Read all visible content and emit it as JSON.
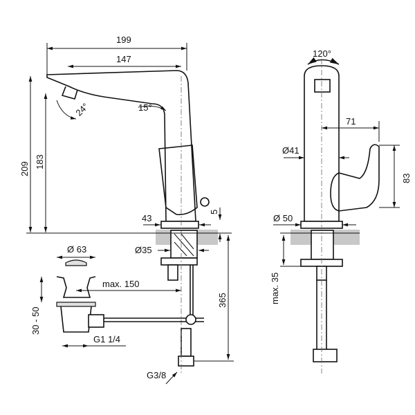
{
  "dimensions": {
    "overall_reach": "199",
    "spout_reach": "147",
    "spout_angle": "24°",
    "aerator_angle": "15°",
    "total_height": "209",
    "spout_height": "183",
    "base_offset": "43",
    "lever_gap": "5",
    "shank_diameter": "Ø35",
    "waste_diameter": "Ø 63",
    "waste_distance": "max. 150",
    "waste_range": "30 - 50",
    "waste_thread": "G1 1/4",
    "hose_length": "365",
    "hose_thread": "G3/8",
    "lever_rotation": "120°",
    "lever_depth": "71",
    "body_diameter": "Ø41",
    "lever_height": "83",
    "base_diameter": "Ø 50",
    "max_deck": "max. 35"
  }
}
